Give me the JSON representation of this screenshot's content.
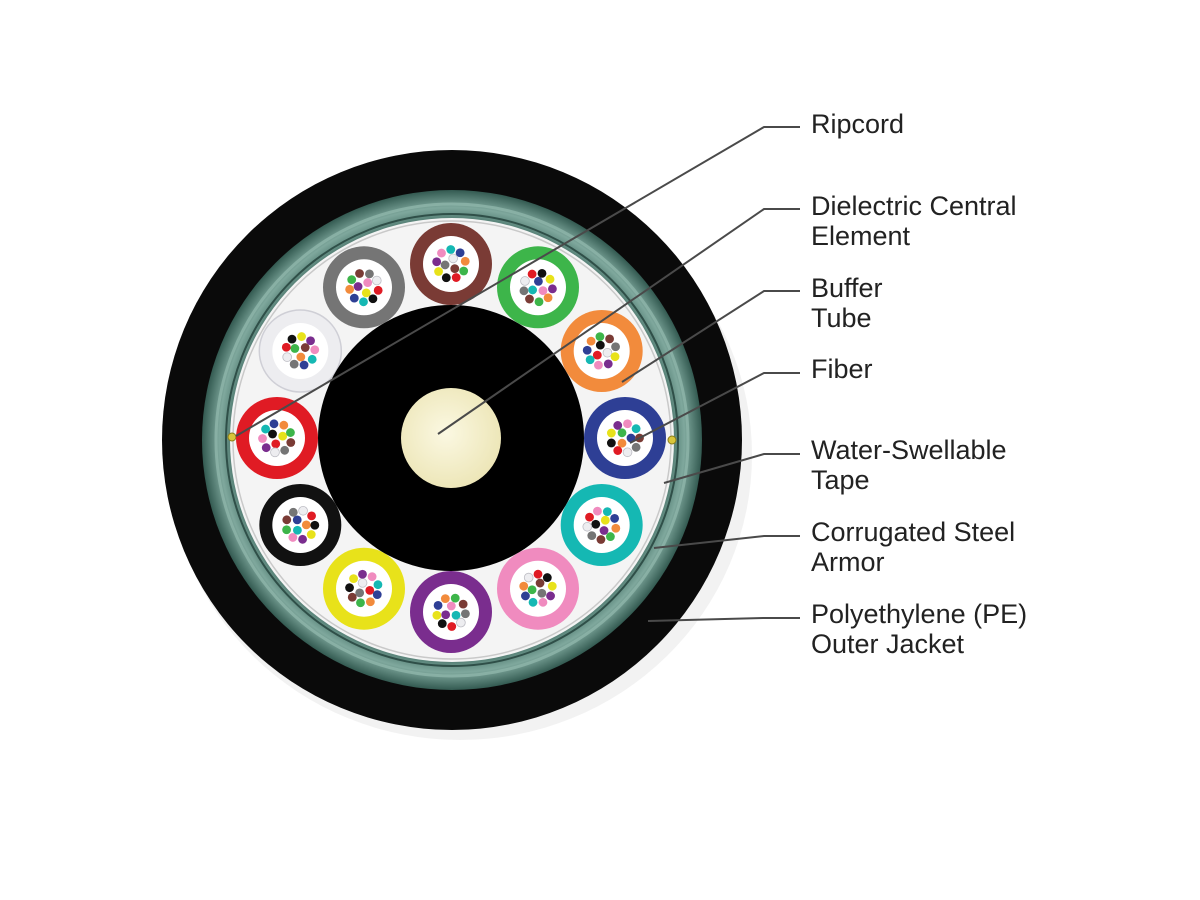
{
  "labels": [
    {
      "id": "ripcord",
      "lines": [
        "Ripcord"
      ]
    },
    {
      "id": "dielectric-central-element",
      "lines": [
        "Dielectric Central",
        "Element"
      ]
    },
    {
      "id": "buffer-tube",
      "lines": [
        "Buffer",
        "Tube"
      ]
    },
    {
      "id": "fiber",
      "lines": [
        "Fiber"
      ]
    },
    {
      "id": "water-swellable-tape",
      "lines": [
        "Water-Swellable",
        "Tape"
      ]
    },
    {
      "id": "corrugated-steel-armor",
      "lines": [
        "Corrugated Steel",
        "Armor"
      ]
    },
    {
      "id": "pe-outer-jacket",
      "lines": [
        "Polyethylene (PE)",
        "Outer Jacket"
      ]
    }
  ],
  "colors": {
    "jacket": "#0a0a0a",
    "armor": "#4f7a6f",
    "tape": "#f4f4f4",
    "core": "#000000",
    "central_element": "#f6f2cf",
    "leader_line": "#4a4a4a",
    "label_text": "#222222"
  },
  "buffer_tubes": [
    {
      "name": "blue",
      "color": "#2e3f95"
    },
    {
      "name": "orange",
      "color": "#f28b3c"
    },
    {
      "name": "green",
      "color": "#3db54a"
    },
    {
      "name": "brown",
      "color": "#7a3b35"
    },
    {
      "name": "slate",
      "color": "#757575"
    },
    {
      "name": "white",
      "color": "#ededf0"
    },
    {
      "name": "red",
      "color": "#e01b24"
    },
    {
      "name": "black",
      "color": "#111111"
    },
    {
      "name": "yellow",
      "color": "#e8e21a"
    },
    {
      "name": "violet",
      "color": "#7a2d8e"
    },
    {
      "name": "rose",
      "color": "#f08bbf"
    },
    {
      "name": "aqua",
      "color": "#15b8b3"
    }
  ],
  "fiber_colors": [
    "#2e3f95",
    "#f28b3c",
    "#3db54a",
    "#7a3b35",
    "#757575",
    "#ededf0",
    "#e01b24",
    "#111111",
    "#e8e21a",
    "#7a2d8e",
    "#f08bbf",
    "#15b8b3"
  ]
}
